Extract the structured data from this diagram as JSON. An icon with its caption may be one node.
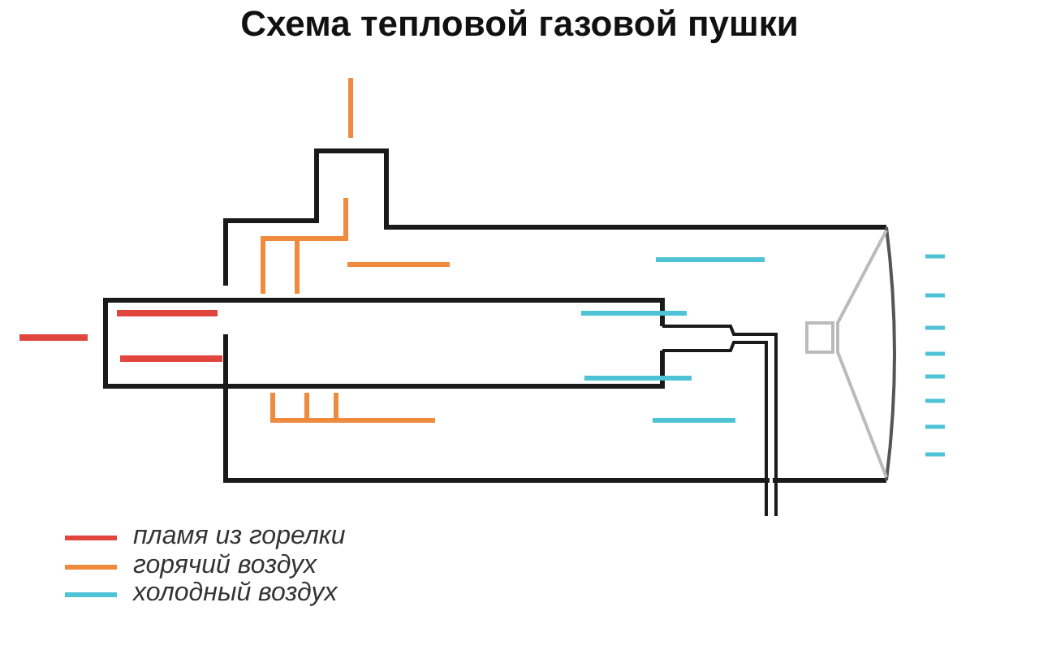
{
  "diagram": {
    "title": "Схема тепловой газовой пушки",
    "legend": [
      {
        "text": "пламя из горелки",
        "color": "#e0463e"
      },
      {
        "text": "горячий воздух",
        "color": "#f08a3c"
      },
      {
        "text": "холодный воздух",
        "color": "#4fc3d6"
      }
    ]
  }
}
